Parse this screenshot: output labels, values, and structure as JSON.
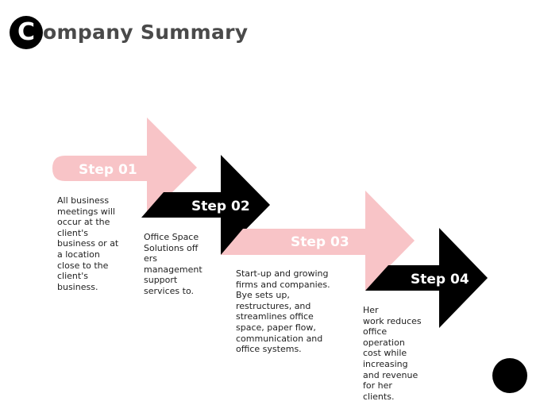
{
  "header": {
    "logo_letter": "C",
    "title_rest": "ompany Summary"
  },
  "steps": [
    {
      "label": "Step 01",
      "color": "#f8c4c7",
      "text_color": "#ffffff",
      "description": "All business\nmeetings will\noccur at the\nclient's\nbusiness or at\na location\nclose to the\nclient's\nbusiness."
    },
    {
      "label": "Step 02",
      "color": "#000000",
      "text_color": "#ffffff",
      "description": "Office Space\nSolutions off\ners\nmanagement\nsupport\nservices to."
    },
    {
      "label": "Step 03",
      "color": "#f8c4c7",
      "text_color": "#ffffff",
      "description": "Start-up and growing\nfirms and companies.\nBye sets up,\nrestructures, and\nstreamlines office\nspace, paper flow,\ncommunication and\noffice systems."
    },
    {
      "label": "Step 04",
      "color": "#000000",
      "text_color": "#ffffff",
      "description": "Her\nwork reduces\noffice\noperation\ncost while\nincreasing\nand revenue\nfor her\nclients."
    }
  ],
  "colors": {
    "pink": "#f8c4c7",
    "black": "#000000",
    "title_gray": "#4a4a4a"
  }
}
